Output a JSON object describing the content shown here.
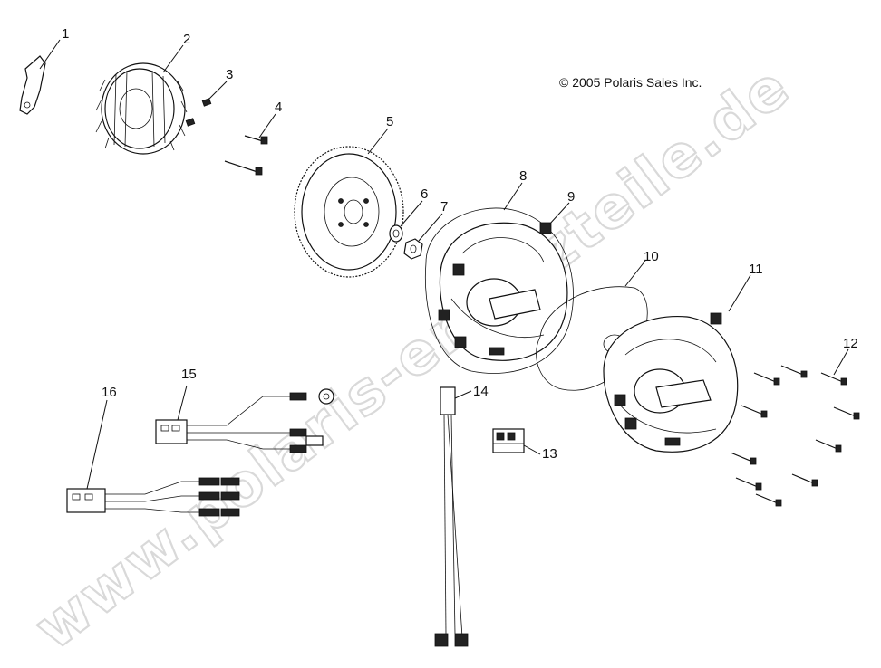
{
  "copyright": "© 2005 Polaris Sales Inc.",
  "watermark": "www.polaris-ersatzteile.de",
  "callouts": [
    "1",
    "2",
    "3",
    "4",
    "5",
    "6",
    "7",
    "8",
    "9",
    "10",
    "11",
    "12",
    "13",
    "14",
    "15",
    "16"
  ]
}
